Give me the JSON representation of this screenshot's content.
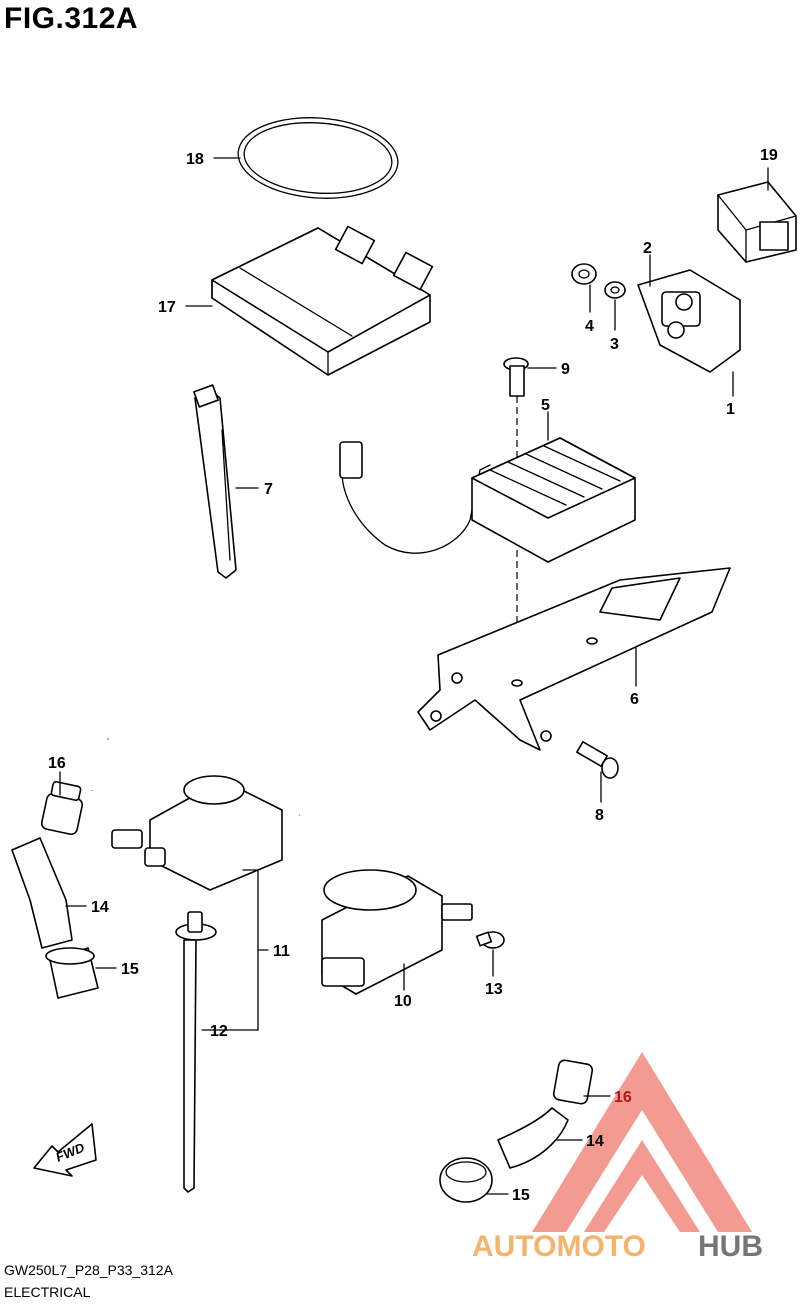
{
  "figure": {
    "title": "FIG.312A",
    "code": "GW250L7_P28_P33_312A",
    "section": "ELECTRICAL"
  },
  "callouts": [
    "1",
    "2",
    "3",
    "4",
    "5",
    "6",
    "7",
    "8",
    "9",
    "10",
    "11",
    "12",
    "13",
    "14",
    "15",
    "16",
    "17",
    "18",
    "19"
  ],
  "fwd_label": "FWD",
  "watermark": {
    "text_a": "AUTOMOTO",
    "text_b": "HUB",
    "color_red": "#e8473a",
    "color_gray": "#555555"
  },
  "colors": {
    "line": "#000000",
    "callout_red": "#b01818"
  }
}
